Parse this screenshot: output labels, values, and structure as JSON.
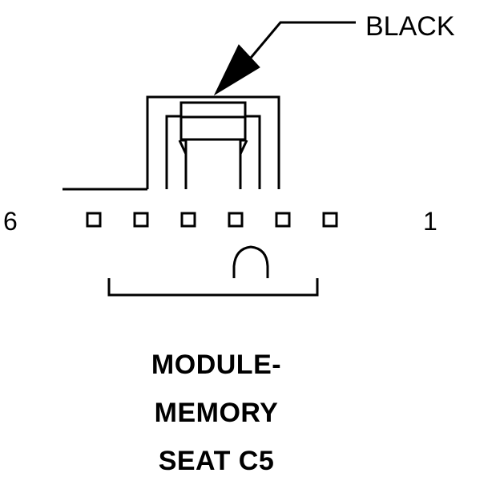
{
  "connector": {
    "color_label": "BLACK",
    "pin_first": "6",
    "pin_last": "1",
    "cavity_count": 6,
    "title_lines": [
      "MODULE-",
      "MEMORY",
      "SEAT C5"
    ]
  },
  "colors": {
    "line": "#000000",
    "background": "#ffffff"
  }
}
